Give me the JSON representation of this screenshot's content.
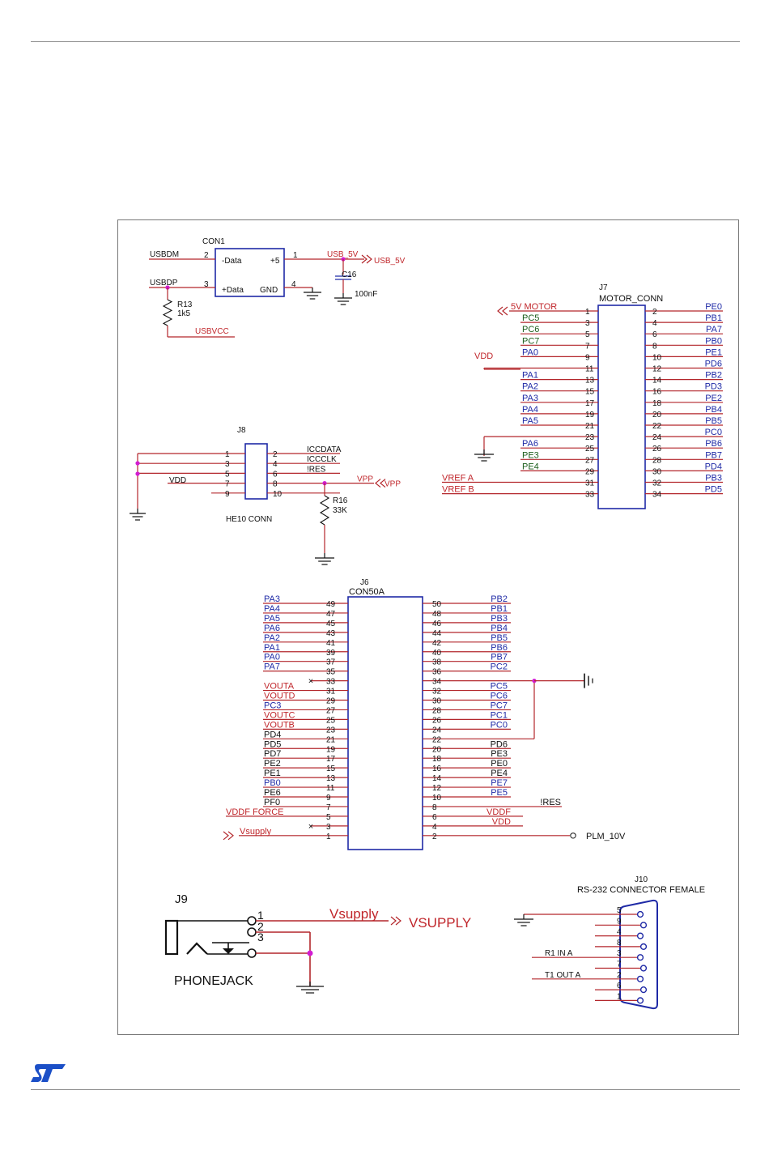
{
  "colors": {
    "wire": "#b3262b",
    "wire_green": "#1c5e1c",
    "text_red": "#c0262b",
    "text_blue": "#1f2aa6",
    "junction": "#d21cd2",
    "ink": "#111111",
    "logo": "#1b4fc7"
  },
  "con1": {
    "ref": "CON1",
    "left_pins": [
      {
        "num": "2",
        "name": "-Data",
        "net": "USBDM"
      },
      {
        "num": "3",
        "name": "+Data",
        "net": "USBDP"
      }
    ],
    "right_pins": [
      {
        "num": "1",
        "name": "+5",
        "net": "USB_5V"
      },
      {
        "num": "4",
        "name": "GND"
      }
    ],
    "c16": {
      "ref": "C16",
      "value": "100nF"
    },
    "r13": {
      "ref": "R13",
      "value": "1k5"
    },
    "usbvcc": "USBVCC",
    "usb5v_port": "USB_5V"
  },
  "j8": {
    "ref": "J8",
    "name": "HE10 CONN",
    "left_pins": [
      "1",
      "3",
      "5",
      "7",
      "9"
    ],
    "right_pins": [
      "2",
      "4",
      "6",
      "8",
      "10"
    ],
    "left_nets": {
      "7": "VDD"
    },
    "right_nets": [
      "ICCDATA",
      "ICCCLK",
      "!RES",
      "VPP",
      ""
    ],
    "vpp_port": "VPP",
    "r16": {
      "ref": "R16",
      "value": "33K"
    }
  },
  "j7": {
    "ref": "J7",
    "name": "MOTOR_CONN",
    "left": [
      [
        "1",
        "5V_MOTOR"
      ],
      [
        "3",
        "PC5"
      ],
      [
        "5",
        "PC6"
      ],
      [
        "7",
        "PC7"
      ],
      [
        "9",
        "PA0"
      ],
      [
        "11",
        ""
      ],
      [
        "13",
        "PA1"
      ],
      [
        "15",
        "PA2"
      ],
      [
        "17",
        "PA3"
      ],
      [
        "19",
        "PA4"
      ],
      [
        "21",
        "PA5"
      ],
      [
        "23",
        ""
      ],
      [
        "25",
        "PA6"
      ],
      [
        "27",
        "PE3"
      ],
      [
        "29",
        "PE4"
      ],
      [
        "31",
        "VREF_A"
      ],
      [
        "33",
        "VREF_B"
      ]
    ],
    "right": [
      [
        "2",
        "PE0"
      ],
      [
        "4",
        "PB1"
      ],
      [
        "6",
        "PA7"
      ],
      [
        "8",
        "PB0"
      ],
      [
        "10",
        "PE1"
      ],
      [
        "12",
        "PD6"
      ],
      [
        "14",
        "PB2"
      ],
      [
        "16",
        "PD3"
      ],
      [
        "18",
        "PE2"
      ],
      [
        "20",
        "PB4"
      ],
      [
        "22",
        "PB5"
      ],
      [
        "24",
        "PC0"
      ],
      [
        "26",
        "PB6"
      ],
      [
        "28",
        "PB7"
      ],
      [
        "30",
        "PD4"
      ],
      [
        "32",
        "PB3"
      ],
      [
        "34",
        "PD5"
      ]
    ],
    "vdd": "VDD"
  },
  "j6": {
    "ref": "J6",
    "name": "CON50A",
    "left": [
      [
        "49",
        "PA3"
      ],
      [
        "47",
        "PA4"
      ],
      [
        "45",
        "PA5"
      ],
      [
        "43",
        "PA6"
      ],
      [
        "41",
        "PA2"
      ],
      [
        "39",
        "PA1"
      ],
      [
        "37",
        "PA0"
      ],
      [
        "35",
        "PA7"
      ],
      [
        "33",
        ""
      ],
      [
        "31",
        "VOUTA"
      ],
      [
        "29",
        "VOUTD"
      ],
      [
        "27",
        "PC3"
      ],
      [
        "25",
        "VOUTC"
      ],
      [
        "23",
        "VOUTB"
      ],
      [
        "21",
        "PD4"
      ],
      [
        "19",
        "PD5"
      ],
      [
        "17",
        "PD7"
      ],
      [
        "15",
        "PE2"
      ],
      [
        "13",
        "PE1"
      ],
      [
        "11",
        "PB0"
      ],
      [
        "9",
        "PE6"
      ],
      [
        "7",
        "PF0"
      ],
      [
        "5",
        "VDDF_FORCE"
      ],
      [
        "3",
        ""
      ],
      [
        "1",
        "Vsupply"
      ]
    ],
    "right": [
      [
        "50",
        "PB2"
      ],
      [
        "48",
        "PB1"
      ],
      [
        "46",
        "PB3"
      ],
      [
        "44",
        "PB4"
      ],
      [
        "42",
        "PB5"
      ],
      [
        "40",
        "PB6"
      ],
      [
        "38",
        "PB7"
      ],
      [
        "36",
        "PC2"
      ],
      [
        "34",
        ""
      ],
      [
        "32",
        "PC5"
      ],
      [
        "30",
        "PC6"
      ],
      [
        "28",
        "PC7"
      ],
      [
        "26",
        "PC1"
      ],
      [
        "24",
        "PC0"
      ],
      [
        "22",
        ""
      ],
      [
        "20",
        "PD6"
      ],
      [
        "18",
        "PE3"
      ],
      [
        "16",
        "PE0"
      ],
      [
        "14",
        "PE4"
      ],
      [
        "12",
        "PE7"
      ],
      [
        "10",
        "PE5"
      ],
      [
        "8",
        "!RES"
      ],
      [
        "6",
        "VDDF"
      ],
      [
        "4",
        "VDD"
      ],
      [
        "2",
        "PLM_10V"
      ]
    ]
  },
  "j9": {
    "ref": "J9",
    "name": "PHONEJACK",
    "pins": [
      "1",
      "2",
      "3"
    ],
    "net": "Vsupply",
    "port": "VSUPPLY"
  },
  "j10": {
    "ref": "J10",
    "name": "RS-232 CONNECTOR FEMALE",
    "pins": [
      "5",
      "9",
      "4",
      "8",
      "3",
      "7",
      "2",
      "6",
      "1"
    ],
    "nets": [
      "",
      "",
      "",
      "",
      "R1_IN_A",
      "",
      "T1_OUT_A",
      "",
      ""
    ]
  }
}
